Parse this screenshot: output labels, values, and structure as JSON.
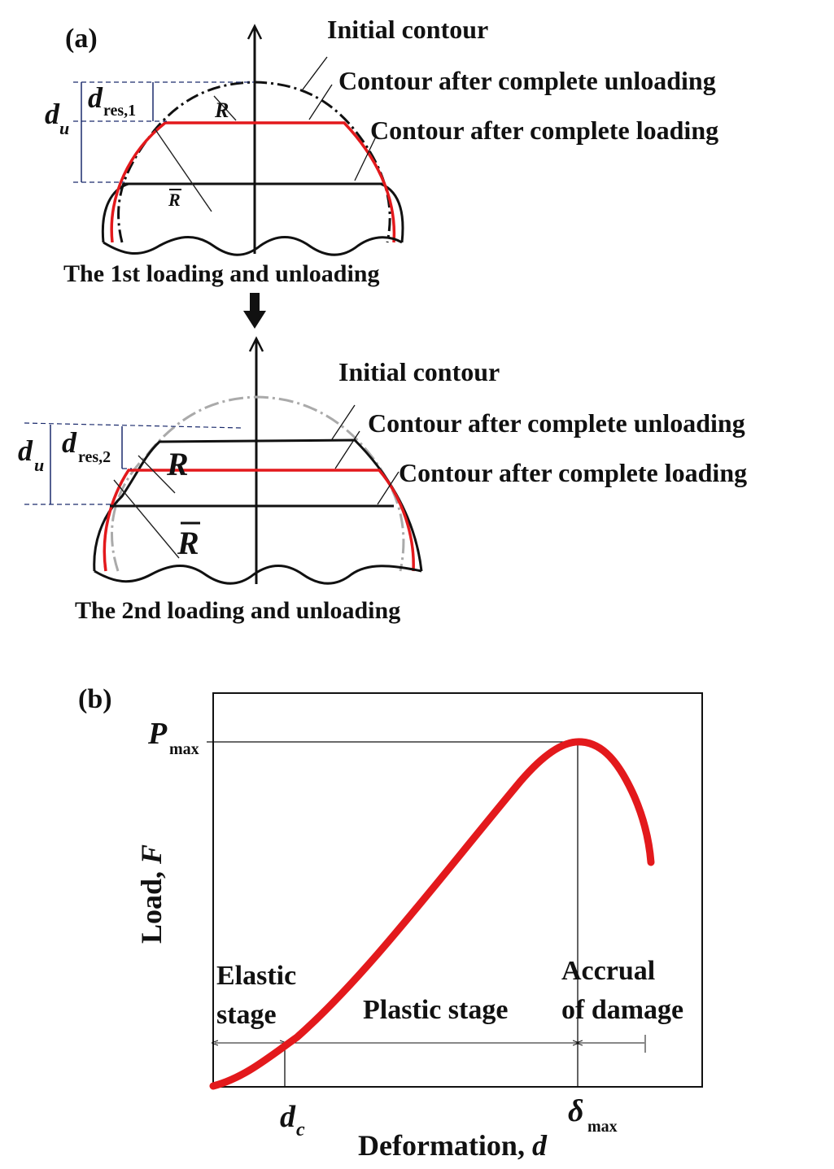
{
  "panel_a": {
    "label": "(a)",
    "top": {
      "initial_contour": "Initial contour",
      "unloading_contour": "Contour after complete unloading",
      "loading_contour": "Contour after complete loading",
      "du_symbol": "d",
      "du_sub": "u",
      "dres_symbol": "d",
      "dres_sub": "res,1",
      "r_label": "R",
      "rbar_label": "R",
      "caption": "The 1st loading and unloading"
    },
    "bottom": {
      "initial_contour": "Initial contour",
      "unloading_contour": "Contour after complete unloading",
      "loading_contour": "Contour after complete loading",
      "du_symbol": "d",
      "du_sub": "u",
      "dres_symbol": "d",
      "dres_sub": "res,2",
      "r_label": "R",
      "rbar_label": "R",
      "caption": "The 2nd loading and unloading"
    }
  },
  "panel_b": {
    "label": "(b)",
    "ylabel_text": "Load, ",
    "ylabel_var": "F",
    "xlabel_text": "Deformation, ",
    "xlabel_var": "d",
    "pmax_symbol": "P",
    "pmax_sub": "max",
    "dc_symbol": "d",
    "dc_sub": "c",
    "dmax_symbol": "δ",
    "dmax_sub": "max",
    "stage_elastic_1": "Elastic",
    "stage_elastic_2": "stage",
    "stage_plastic": "Plastic stage",
    "stage_damage_1": "Accrual",
    "stage_damage_2": "of damage",
    "curve_color": "#e3191c"
  },
  "colors": {
    "red": "#e3191c",
    "gray": "#aaaaaa",
    "black": "#111111",
    "dash_blue": "#1a2a6c"
  }
}
